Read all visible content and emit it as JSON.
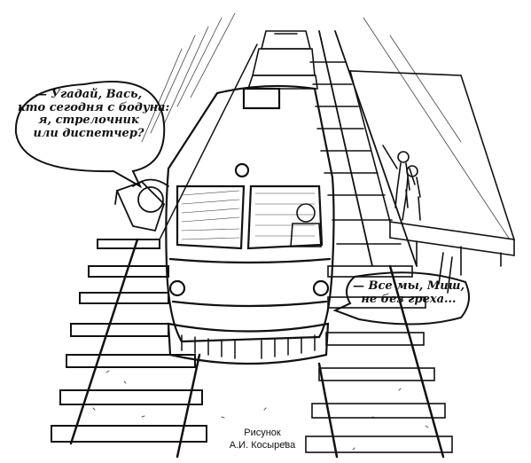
{
  "bubble_left": {
    "lines": [
      "— Угадай, Вась,",
      "кто сегодня с бодуна:",
      "я, стрелочник",
      "или диспетчер?"
    ]
  },
  "bubble_right": {
    "lines": [
      "— Все мы, Миш,",
      "не без греха..."
    ]
  },
  "caption": {
    "line1": "Рисунок",
    "line2": "А.И. Косырева"
  },
  "colors": {
    "ink": "#111111",
    "paper": "#ffffff"
  }
}
